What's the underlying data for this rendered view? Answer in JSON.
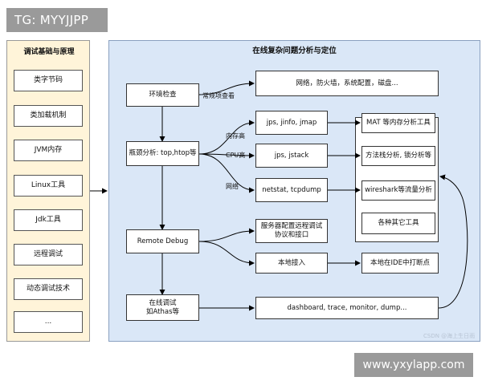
{
  "tag_top": "TG: MYYJJPP",
  "tag_bottom": "www.yxylapp.com",
  "left_panel": {
    "title": "调试基础与原理",
    "items": [
      "类字节码",
      "类加载机制",
      "JVM内存",
      "Linux工具",
      "Jdk工具",
      "远程调试",
      "动态调试技术",
      "..."
    ]
  },
  "right_panel": {
    "title": "在线复杂问题分析与定位"
  },
  "nodes": {
    "env_check": "环境检查",
    "bottleneck": "瓶颈分析: top,htop等",
    "remote_debug": "Remote Debug",
    "online_debug": "在线调试\n如Athas等",
    "network_etc": "网络，防火墙，系统配置，磁盘...",
    "jps_jinfo": "jps, jinfo, jmap",
    "jps_jstack": "jps, jstack",
    "netstat": "netstat, tcpdump",
    "server_config": "服务器配置远程调试\n协议和接口",
    "local_access": "本地接入",
    "mat_tools": "MAT 等内存分析工具",
    "method_stack": "方法栈分析, 锁分析等",
    "wireshark": "wireshark等流量分析",
    "other_tools": "各种其它工具",
    "ide_breakpoint": "本地在IDE中打断点",
    "dashboard": "dashboard, trace, monitor, dump..."
  },
  "edge_labels": {
    "routine_check": "常规项查看",
    "high_memory": "内存高",
    "high_cpu": "CPU高",
    "network": "网络"
  },
  "watermark": "CSDN @海上生日雨"
}
